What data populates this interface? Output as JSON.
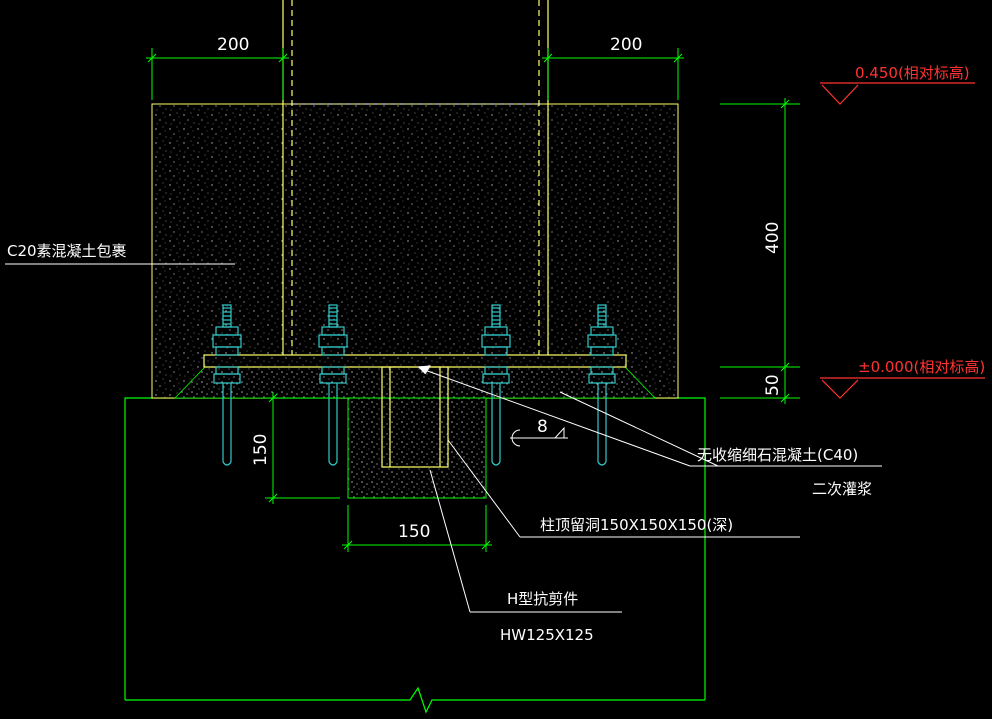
{
  "colors": {
    "background": "#000000",
    "dimension": "#00ff00",
    "concrete_outline": "#ffff66",
    "column_line": "#ffff66",
    "bolt": "#33cccc",
    "leader": "#ffffff",
    "elevation": "#ff3333",
    "label": "#ffffff"
  },
  "dimensions": {
    "left_width": "200",
    "right_width": "200",
    "height_400": "400",
    "height_50": "50",
    "depth_150": "150",
    "width_150": "150",
    "weld_size": "8"
  },
  "elevations": {
    "top": "0.450(相对标高)",
    "bottom": "±0.000(相对标高)"
  },
  "labels": {
    "encasement": "C20素混凝土包裹",
    "grout_line1": "无收缩细石混凝土(C40)",
    "grout_line2": "二次灌浆",
    "pocket": "柱顶留洞150X150X150(深)",
    "shear_key_line1": "H型抗剪件",
    "shear_key_line2": "HW125X125"
  }
}
